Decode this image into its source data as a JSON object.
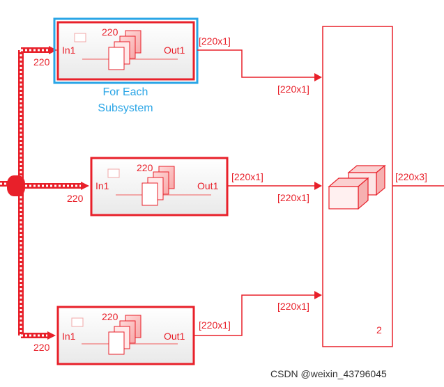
{
  "blocks": {
    "top": {
      "in_label": "In1",
      "out_label": "Out1",
      "size_label": "220",
      "caption_line1": "For Each",
      "caption_line2": "Subsystem"
    },
    "middle": {
      "in_label": "In1",
      "out_label": "Out1",
      "size_label": "220"
    },
    "bottom": {
      "in_label": "In1",
      "out_label": "Out1",
      "size_label": "220"
    }
  },
  "signals": {
    "top_in": "220",
    "middle_in": "220",
    "bottom_in": "220",
    "top_out": "[220x1]",
    "middle_out": "[220x1]",
    "bottom_out": "[220x1]",
    "concat_in_top": "[220x1]",
    "concat_in_middle": "[220x1]",
    "concat_in_bottom": "[220x1]",
    "concat_out": "[220x3]"
  },
  "concat": {
    "port_count": "2"
  },
  "watermark": "CSDN @weixin_43796045",
  "colors": {
    "signal": "#e8202a",
    "selection": "#2aa5e6",
    "bus": "#e8202a"
  }
}
